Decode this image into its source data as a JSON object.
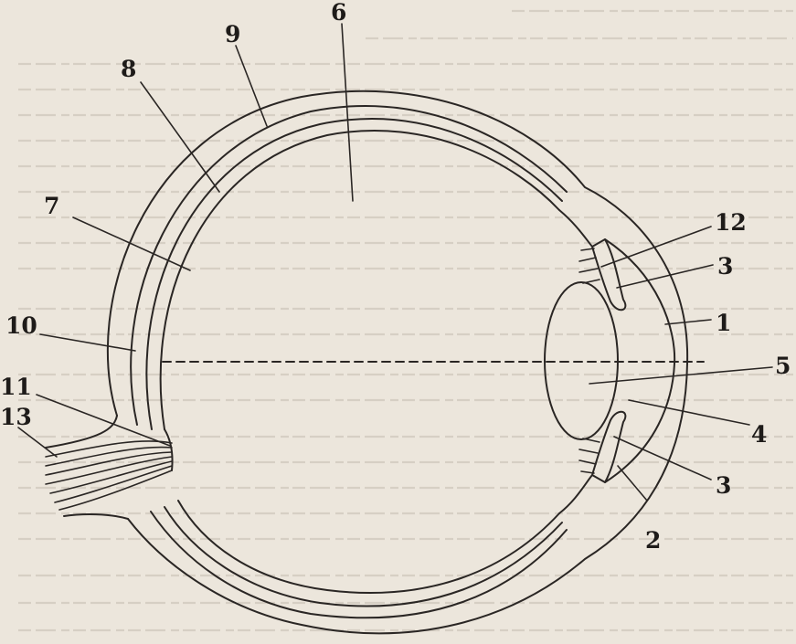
{
  "labels": [
    {
      "id": "1",
      "text": "1"
    },
    {
      "id": "2",
      "text": "2"
    },
    {
      "id": "3a",
      "text": "3"
    },
    {
      "id": "3b",
      "text": "3"
    },
    {
      "id": "4",
      "text": "4"
    },
    {
      "id": "5",
      "text": "5"
    },
    {
      "id": "6",
      "text": "6"
    },
    {
      "id": "7",
      "text": "7"
    },
    {
      "id": "8",
      "text": "8"
    },
    {
      "id": "9",
      "text": "9"
    },
    {
      "id": "10",
      "text": "10"
    },
    {
      "id": "11",
      "text": "11"
    },
    {
      "id": "12",
      "text": "12"
    },
    {
      "id": "13",
      "text": "13"
    }
  ]
}
